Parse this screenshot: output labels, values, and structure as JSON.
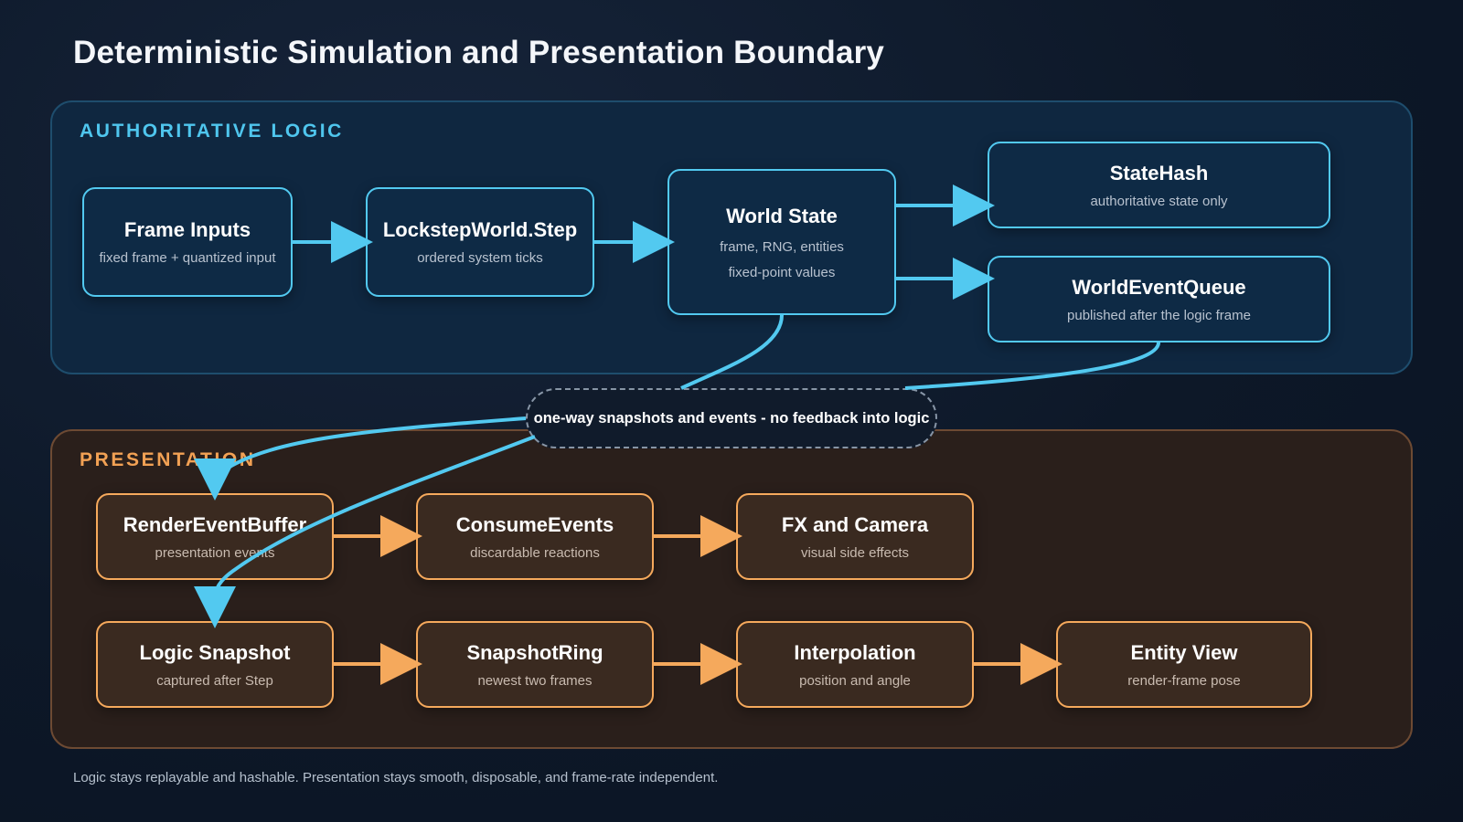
{
  "title": "Deterministic Simulation and Presentation Boundary",
  "colors": {
    "logic_accent": "#52c9f0",
    "presentation_accent": "#f5a95c",
    "background": "#0d1828"
  },
  "logic_panel": {
    "label": "AUTHORITATIVE LOGIC",
    "nodes": {
      "frame_inputs": {
        "title": "Frame Inputs",
        "subtitle": "fixed frame + quantized input"
      },
      "lockstep_step": {
        "title": "LockstepWorld.Step",
        "subtitle": "ordered system ticks"
      },
      "world_state": {
        "title": "World State",
        "subtitle": "frame, RNG, entities",
        "subtitle2": "fixed-point values"
      },
      "state_hash": {
        "title": "StateHash",
        "subtitle": "authoritative state only"
      },
      "event_queue": {
        "title": "WorldEventQueue",
        "subtitle": "published after the logic frame"
      }
    }
  },
  "boundary": {
    "label": "one-way snapshots and events - no feedback into logic"
  },
  "presentation_panel": {
    "label": "PRESENTATION",
    "nodes": {
      "render_buffer": {
        "title": "RenderEventBuffer",
        "subtitle": "presentation events"
      },
      "consume_events": {
        "title": "ConsumeEvents",
        "subtitle": "discardable reactions"
      },
      "fx_camera": {
        "title": "FX and Camera",
        "subtitle": "visual side effects"
      },
      "logic_snapshot": {
        "title": "Logic Snapshot",
        "subtitle": "captured after Step"
      },
      "snapshot_ring": {
        "title": "SnapshotRing",
        "subtitle": "newest two frames"
      },
      "interpolation": {
        "title": "Interpolation",
        "subtitle": "position and angle"
      },
      "entity_view": {
        "title": "Entity View",
        "subtitle": "render-frame pose"
      }
    }
  },
  "footer": "Logic stays replayable and hashable. Presentation stays smooth, disposable, and frame-rate independent."
}
